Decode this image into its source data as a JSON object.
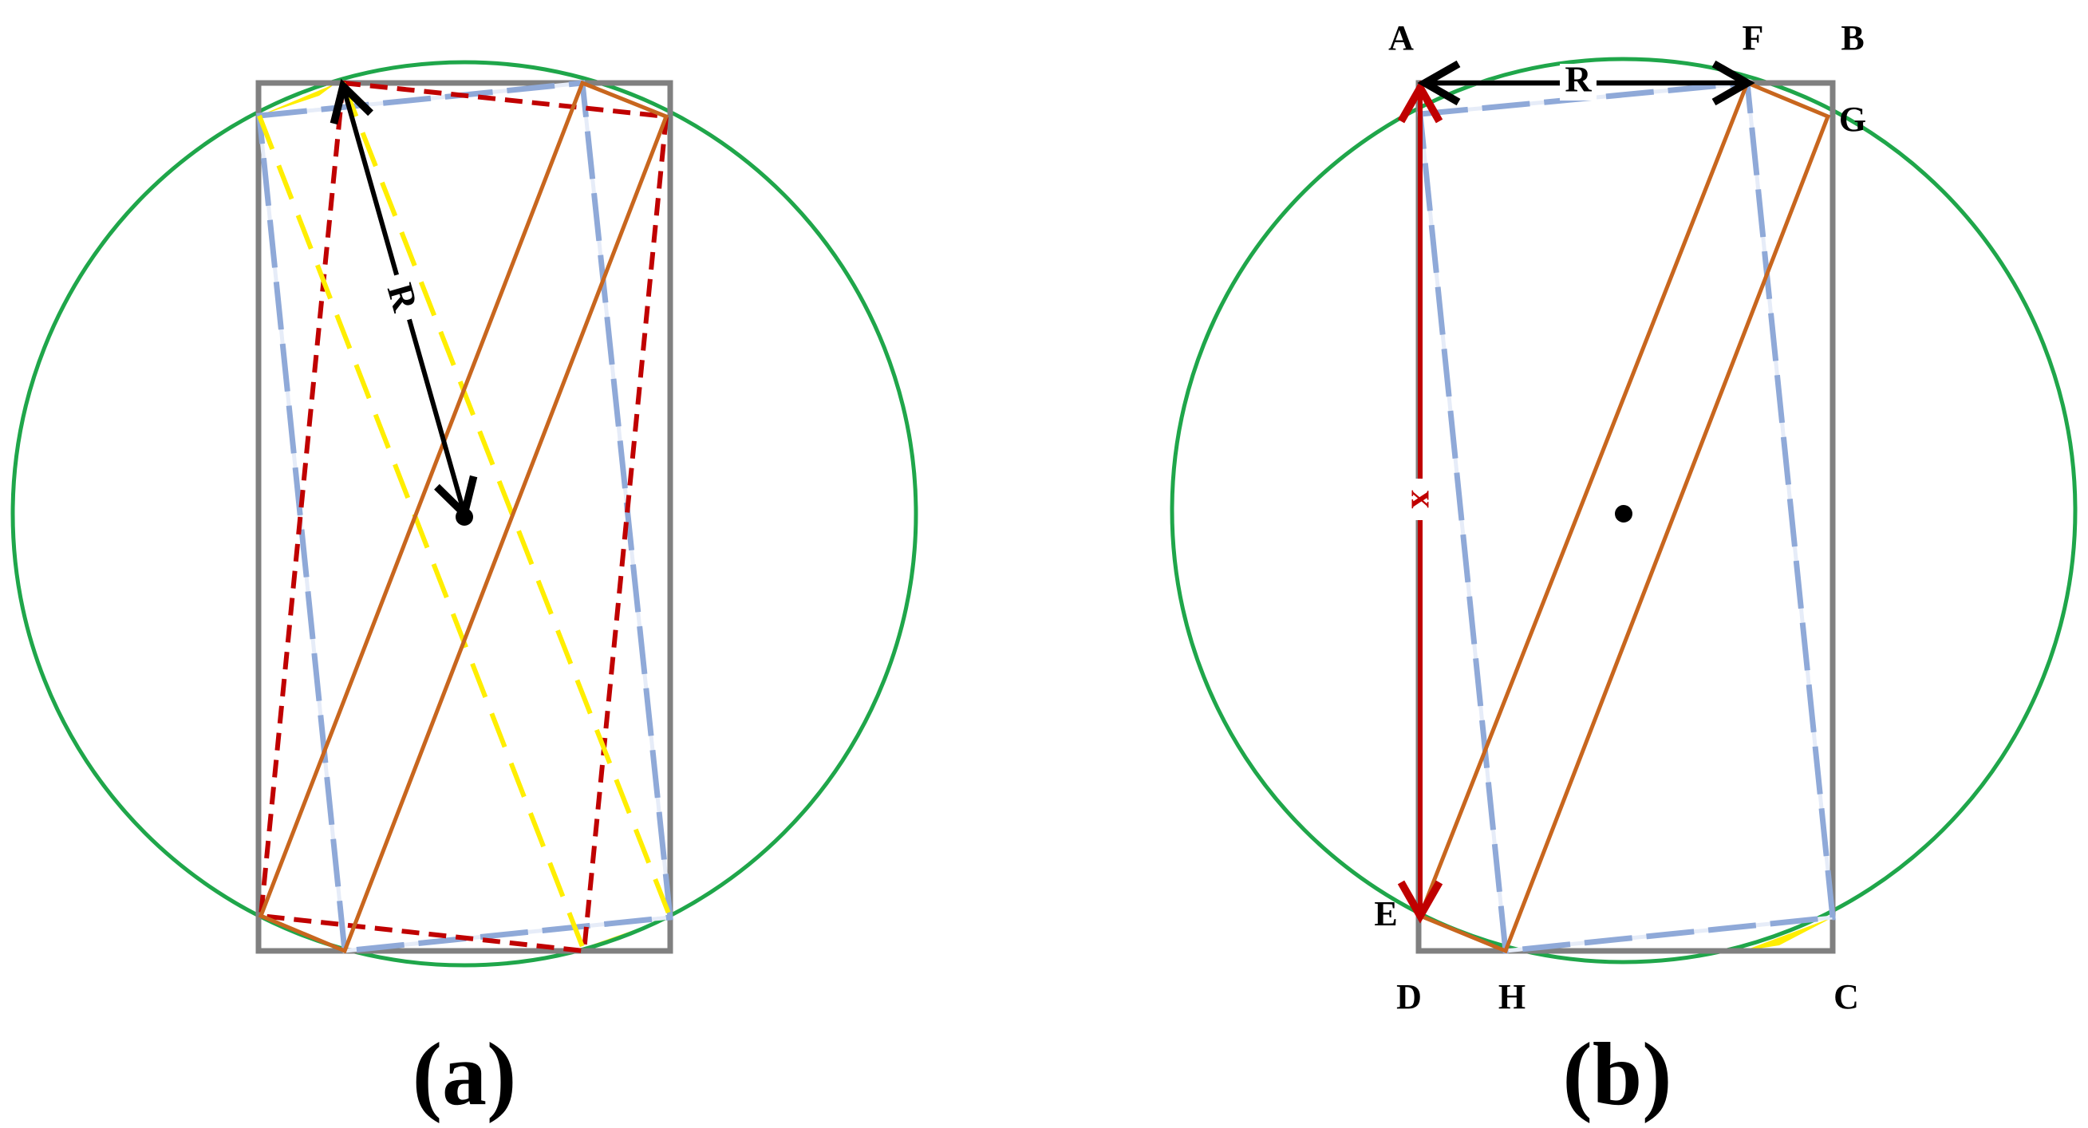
{
  "panel_a": {
    "radius_label": "R",
    "caption": "(a)"
  },
  "panel_b": {
    "points": {
      "A": "A",
      "B": "B",
      "C": "C",
      "D": "D",
      "E": "E",
      "F": "F",
      "G": "G",
      "H": "H"
    },
    "radius_label": "R",
    "side_label": "x",
    "caption": "(b)"
  },
  "colors": {
    "circle": "#1fa64a",
    "rectangle": "#808080",
    "solid_lines": "#c8661e",
    "blue_dashed": "#8fa9d8",
    "red_dashed": "#c00000",
    "yellow_dashed": "#ffee00",
    "arrows": "#000000",
    "x_arrow": "#c00000"
  }
}
